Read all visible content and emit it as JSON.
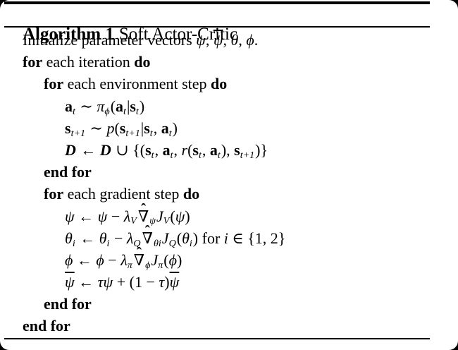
{
  "colors": {
    "page_background": "#000000",
    "card_background": "#ffffff",
    "ink": "#000000"
  },
  "symbols": {
    "nabla": "∇",
    "hat": "ˆ"
  },
  "algorithm": {
    "label": "Algorithm 1",
    "title": "Soft Actor-Critic",
    "lines": [
      {
        "indent": 0,
        "tokens": [
          [
            "t",
            "Initialize parameter vectors "
          ],
          [
            "v",
            "ψ"
          ],
          [
            "t",
            ", "
          ],
          [
            "bar",
            "ψ"
          ],
          [
            "t",
            ", "
          ],
          [
            "v",
            "θ"
          ],
          [
            "t",
            ", "
          ],
          [
            "v",
            "ϕ"
          ],
          [
            "t",
            "."
          ]
        ]
      },
      {
        "indent": 0,
        "tokens": [
          [
            "kw",
            "for"
          ],
          [
            "t",
            " each iteration "
          ],
          [
            "kw",
            "do"
          ]
        ]
      },
      {
        "indent": 1,
        "tokens": [
          [
            "kw",
            "for"
          ],
          [
            "t",
            " each environment step "
          ],
          [
            "kw",
            "do"
          ]
        ]
      },
      {
        "indent": 2,
        "tokens": [
          [
            "b",
            "a"
          ],
          [
            "sub",
            "t"
          ],
          [
            "o",
            " ∼ "
          ],
          [
            "v",
            "π"
          ],
          [
            "sub",
            "ϕ"
          ],
          [
            "t",
            "("
          ],
          [
            "b",
            "a"
          ],
          [
            "sub",
            "t"
          ],
          [
            "t",
            "|"
          ],
          [
            "b",
            "s"
          ],
          [
            "sub",
            "t"
          ],
          [
            "t",
            ")"
          ]
        ]
      },
      {
        "indent": 2,
        "tokens": [
          [
            "b",
            "s"
          ],
          [
            "sub",
            "t+1"
          ],
          [
            "o",
            " ∼ "
          ],
          [
            "v",
            "p"
          ],
          [
            "t",
            "("
          ],
          [
            "b",
            "s"
          ],
          [
            "sub",
            "t+1"
          ],
          [
            "t",
            "|"
          ],
          [
            "b",
            "s"
          ],
          [
            "sub",
            "t"
          ],
          [
            "t",
            ", "
          ],
          [
            "b",
            "a"
          ],
          [
            "sub",
            "t"
          ],
          [
            "t",
            ")"
          ]
        ]
      },
      {
        "indent": 2,
        "tokens": [
          [
            "cal",
            "D"
          ],
          [
            "o",
            " ← "
          ],
          [
            "cal",
            "D"
          ],
          [
            "o",
            " ∪ "
          ],
          [
            "t",
            "{("
          ],
          [
            "b",
            "s"
          ],
          [
            "sub",
            "t"
          ],
          [
            "t",
            ", "
          ],
          [
            "b",
            "a"
          ],
          [
            "sub",
            "t"
          ],
          [
            "t",
            ", "
          ],
          [
            "v",
            "r"
          ],
          [
            "t",
            "("
          ],
          [
            "b",
            "s"
          ],
          [
            "sub",
            "t"
          ],
          [
            "t",
            ", "
          ],
          [
            "b",
            "a"
          ],
          [
            "sub",
            "t"
          ],
          [
            "t",
            "), "
          ],
          [
            "b",
            "s"
          ],
          [
            "sub",
            "t+1"
          ],
          [
            "t",
            ")}"
          ]
        ]
      },
      {
        "indent": 1,
        "tokens": [
          [
            "kw",
            "end for"
          ]
        ]
      },
      {
        "indent": 1,
        "tokens": [
          [
            "kw",
            "for"
          ],
          [
            "t",
            " each gradient step "
          ],
          [
            "kw",
            "do"
          ]
        ]
      },
      {
        "indent": 2,
        "tokens": [
          [
            "v",
            "ψ"
          ],
          [
            "o",
            " ← "
          ],
          [
            "v",
            "ψ"
          ],
          [
            "o",
            " − "
          ],
          [
            "v",
            "λ"
          ],
          [
            "sub",
            "V"
          ],
          [
            "nh",
            ""
          ],
          [
            "sub",
            "ψ"
          ],
          [
            "v",
            "J"
          ],
          [
            "sub",
            "V"
          ],
          [
            "t",
            "("
          ],
          [
            "v",
            "ψ"
          ],
          [
            "t",
            ")"
          ]
        ]
      },
      {
        "indent": 2,
        "tokens": [
          [
            "v",
            "θ"
          ],
          [
            "sub",
            "i"
          ],
          [
            "o",
            " ← "
          ],
          [
            "v",
            "θ"
          ],
          [
            "sub",
            "i"
          ],
          [
            "o",
            " − "
          ],
          [
            "v",
            "λ"
          ],
          [
            "sub",
            "Q"
          ],
          [
            "nh",
            ""
          ],
          [
            "sub",
            "θi"
          ],
          [
            "v",
            "J"
          ],
          [
            "sub",
            "Q"
          ],
          [
            "t",
            "("
          ],
          [
            "v",
            "θ"
          ],
          [
            "sub",
            "i"
          ],
          [
            "t",
            ") for "
          ],
          [
            "v",
            "i"
          ],
          [
            "o",
            " ∈ "
          ],
          [
            "t",
            "{1, 2}"
          ]
        ]
      },
      {
        "indent": 2,
        "tokens": [
          [
            "v",
            "ϕ"
          ],
          [
            "o",
            " ← "
          ],
          [
            "v",
            "ϕ"
          ],
          [
            "o",
            " − "
          ],
          [
            "v",
            "λ"
          ],
          [
            "sub",
            "π"
          ],
          [
            "nh",
            ""
          ],
          [
            "sub",
            "ϕ"
          ],
          [
            "v",
            "J"
          ],
          [
            "sub",
            "π"
          ],
          [
            "t",
            "("
          ],
          [
            "v",
            "ϕ"
          ],
          [
            "t",
            ")"
          ]
        ]
      },
      {
        "indent": 2,
        "tokens": [
          [
            "bar",
            "ψ"
          ],
          [
            "o",
            " ← "
          ],
          [
            "v",
            "τ"
          ],
          [
            "v",
            "ψ"
          ],
          [
            "o",
            " + "
          ],
          [
            "t",
            "(1 − "
          ],
          [
            "v",
            "τ"
          ],
          [
            "t",
            ")"
          ],
          [
            "bar",
            "ψ"
          ]
        ]
      },
      {
        "indent": 1,
        "tokens": [
          [
            "kw",
            "end for"
          ]
        ]
      },
      {
        "indent": 0,
        "tokens": [
          [
            "kw",
            "end for"
          ]
        ]
      }
    ]
  }
}
